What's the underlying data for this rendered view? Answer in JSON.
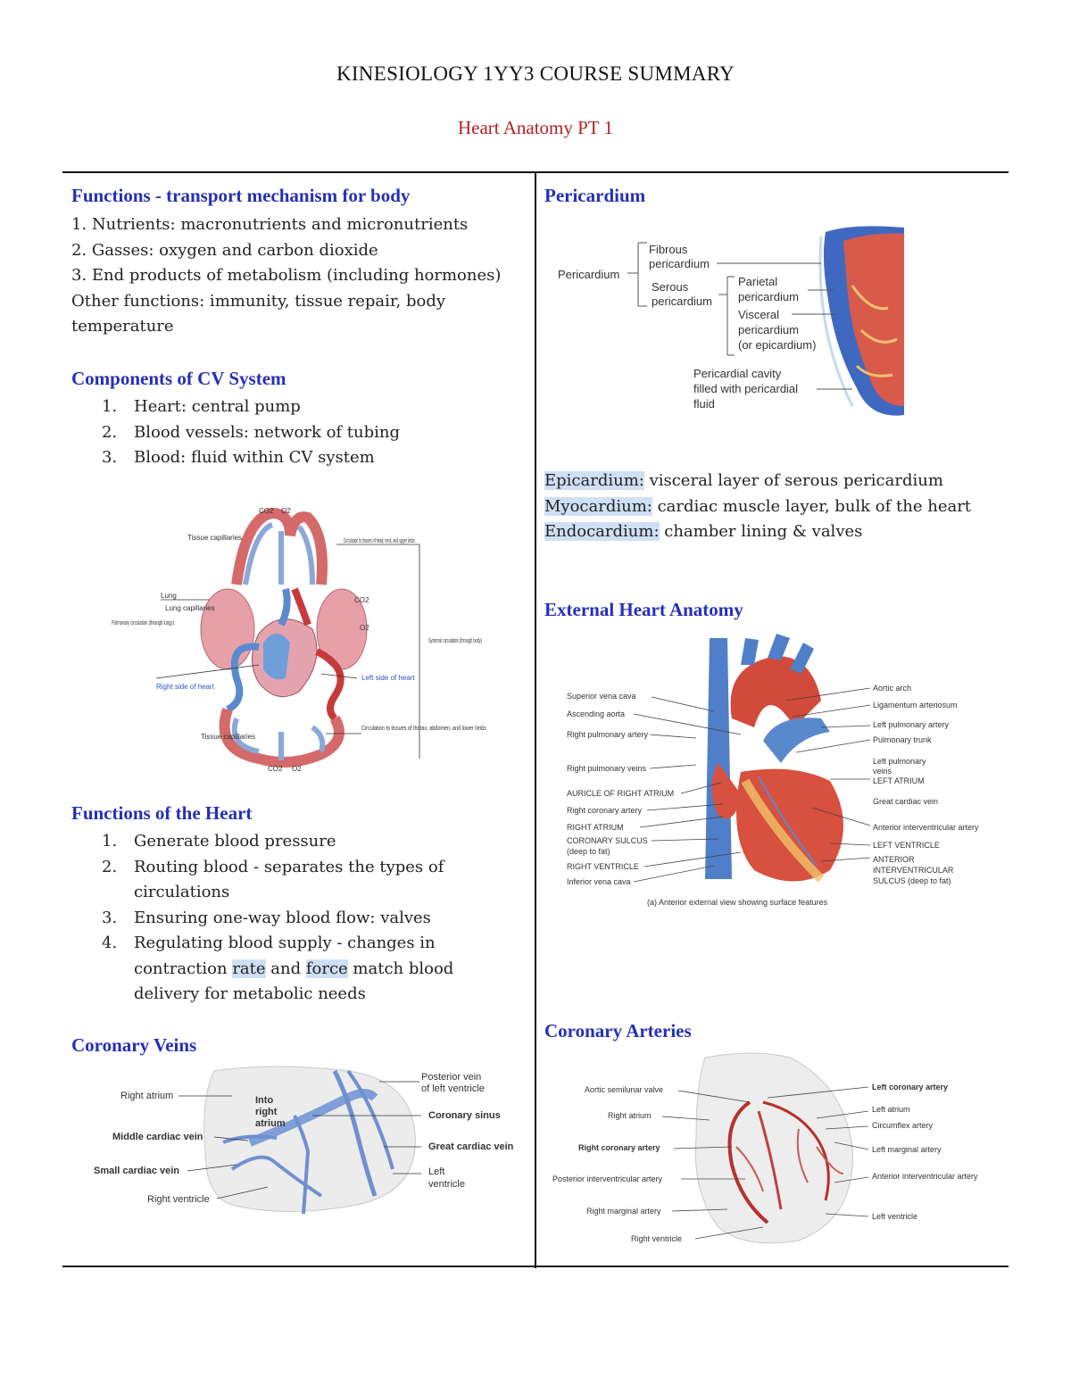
{
  "header": {
    "title": "KINESIOLOGY 1YY3 COURSE SUMMARY",
    "subtitle": "Heart Anatomy PT 1"
  },
  "left": {
    "functions": {
      "heading": "Functions - transport mechanism for body",
      "lines": [
        "1. Nutrients: macronutrients and micronutrients",
        "2. Gasses: oxygen and carbon dioxide",
        "3. End products of metabolism (including hormones)",
        "Other functions: immunity, tissue repair, body temperature"
      ]
    },
    "components": {
      "heading": "Components of CV System",
      "items": [
        {
          "n": "1.",
          "text": "Heart: central pump"
        },
        {
          "n": "2.",
          "text": "Blood vessels: network of tubing"
        },
        {
          "n": "3.",
          "text": "Blood: fluid within CV system"
        }
      ]
    },
    "cv_figure": {
      "labels": {
        "co2_top": "CO2",
        "o2_top": "O2",
        "tissue_top": "Tissue capillaries",
        "circ_head": "Circulation to tissues of head, neck, and upper limbs",
        "lung": "Lung",
        "lung_caps": "Lung capillaries",
        "pulm_circ": "Pulmonary circulation (through lungs)",
        "co2_right": "CO2",
        "o2_right": "O2",
        "systemic": "Systemic circulation (through body)",
        "right_side": "Right side of heart",
        "left_side": "Left side of heart",
        "tissue_bottom": "Tissue capillaries",
        "circ_lower": "Circulation to tissues of thorax, abdomen, and lower limbs",
        "co2_bottom": "CO2",
        "o2_bottom": "O2"
      }
    },
    "heart_functions": {
      "heading": "Functions of the Heart",
      "items": [
        {
          "n": "1.",
          "text": "Generate blood pressure"
        },
        {
          "n": "2.",
          "text": "Routing blood - separates the types of circulations"
        },
        {
          "n": "3.",
          "text": "Ensuring one-way blood flow: valves"
        },
        {
          "n": "4.",
          "pre": "Regulating blood supply - changes in contraction ",
          "hl1": "rate",
          "mid": " and ",
          "hl2": "force",
          "post": " match blood delivery for metabolic needs"
        }
      ]
    },
    "coronary_veins": {
      "heading": "Coronary Veins",
      "labels": {
        "right_atrium": "Right atrium",
        "into": "Into",
        "right": "right",
        "atrium": "atrium",
        "middle": "Middle cardiac vein",
        "small": "Small cardiac vein",
        "right_ventricle": "Right ventricle",
        "posterior_1": "Posterior vein",
        "posterior_2": "of left ventricle",
        "sinus": "Coronary sinus",
        "great": "Great cardiac vein",
        "left_1": "Left",
        "left_2": "ventricle"
      }
    }
  },
  "right": {
    "pericardium": {
      "heading": "Pericardium",
      "labels": {
        "pericardium": "Pericardium",
        "fibrous_1": "Fibrous",
        "fibrous_2": "pericardium",
        "serous_1": "Serous",
        "serous_2": "pericardium",
        "parietal_1": "Parietal",
        "parietal_2": "pericardium",
        "visceral_1": "Visceral",
        "visceral_2": "pericardium",
        "visceral_3": "(or epicardium)",
        "cavity_1": "Pericardial cavity",
        "cavity_2": "filled with pericardial",
        "cavity_3": "fluid"
      },
      "layers": [
        {
          "term": "Epicardium:",
          "desc": " visceral layer of serous pericardium"
        },
        {
          "term": "Myocardium:",
          "desc": " cardiac muscle layer, bulk of the heart"
        },
        {
          "term": "Endocardium:",
          "desc": " chamber lining & valves"
        }
      ]
    },
    "external": {
      "heading": "External Heart Anatomy",
      "left_labels": [
        "Superior vena cava",
        "Ascending aorta",
        "Right pulmonary artery",
        "Right pulmonary veins",
        "AURICLE OF RIGHT ATRIUM",
        "Right coronary artery",
        "RIGHT ATRIUM",
        "CORONARY SULCUS",
        "(deep to fat)",
        "RIGHT VENTRICLE",
        "Inferior vena cava"
      ],
      "right_labels": [
        "Aortic arch",
        "Ligamentum arteriosum",
        "Left pulmonary artery",
        "Pulmonary trunk",
        "Left pulmonary",
        "veins",
        "LEFT ATRIUM",
        "Great cardiac vein",
        "Anterior interventricular artery",
        "LEFT VENTRICLE",
        "ANTERIOR",
        "INTERVENTRICULAR",
        "SULCUS (deep to fat)"
      ],
      "caption": "(a) Anterior external view showing surface features"
    },
    "coronary_arteries": {
      "heading": "Coronary Arteries",
      "left_labels": [
        "Aortic semilunar valve",
        "Right atrium",
        "Right coronary artery",
        "Posterior interventricular artery",
        "Right marginal artery",
        "Right ventricle"
      ],
      "right_labels": [
        "Left coronary artery",
        "Left atrium",
        "Circumflex artery",
        "Left marginal artery",
        "Anterior interventricular artery",
        "Left ventricle"
      ]
    }
  }
}
